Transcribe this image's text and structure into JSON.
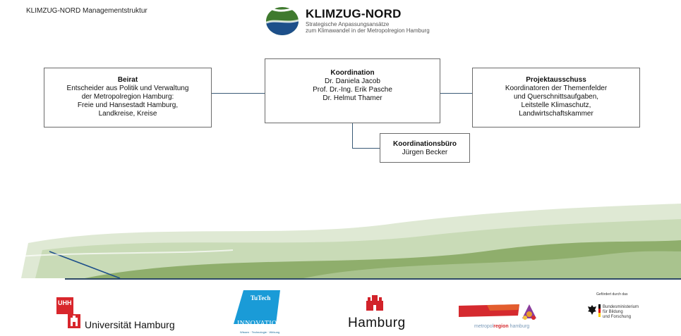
{
  "header": {
    "title": "KLIMZUG-NORD Managementstruktur",
    "logo_name": "KLIMZUG-NORD",
    "logo_subtitle_1": "Strategische Anpassungsansätze",
    "logo_subtitle_2": "zum Klimawandel in der Metropolregion Hamburg"
  },
  "boxes": {
    "beirat": {
      "heading": "Beirat",
      "lines": [
        "Entscheider aus Politik und Verwaltung",
        "der Metropolregion Hamburg:",
        "Freie und Hansestadt Hamburg,",
        "Landkreise, Kreise"
      ]
    },
    "koordination": {
      "heading": "Koordination",
      "lines": [
        "Dr. Daniela Jacob",
        "Prof. Dr.-Ing. Erik Pasche",
        "Dr. Helmut Thamer"
      ]
    },
    "projektausschuss": {
      "heading": "Projektausschuss",
      "lines": [
        "Koordinatoren der Themenfelder",
        "und Querschnittsaufgaben,",
        "Leitstelle Klimaschutz,",
        "Landwirtschaftskammer"
      ]
    },
    "buero": {
      "heading": "Koordinationsbüro",
      "lines": [
        "Jürgen Becker"
      ]
    }
  },
  "footer": {
    "uhh_badge": "UHH",
    "uhh_name": "Universität Hamburg",
    "tutech_top": "TuTech",
    "tutech_main": "INNOVATION",
    "tutech_tag": "Wissen · Technologie · Wirkung",
    "hamburg": "Hamburg",
    "metropol_a": "metropol",
    "metropol_b": "region",
    "metropol_c": " hamburg",
    "bmbf_pre": "Gefördert durch das",
    "bmbf_1": "Bundesministerium",
    "bmbf_2": "für Bildung",
    "bmbf_3": "und Forschung"
  },
  "colors": {
    "connector": "#3a5a76",
    "logo_green": "#3f7a2e",
    "logo_blue": "#1d4f8a",
    "landscape_green": "#8fae6c",
    "uhh_red": "#d8262c",
    "hamburg_red": "#d2232a"
  }
}
